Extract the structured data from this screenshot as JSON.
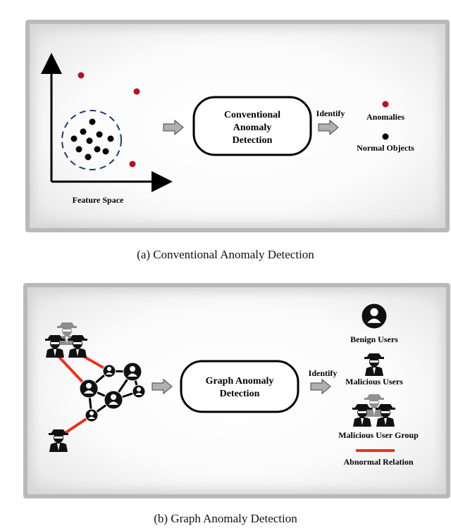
{
  "top_panel": {
    "axis_label": "Feature Space",
    "detector_label": [
      "Conventional",
      "Anomaly",
      "Detection"
    ],
    "identify_label": "Identify",
    "legend": [
      {
        "label": "Anomalies",
        "color": "#b3122e"
      },
      {
        "label": "Normal Objects",
        "color": "#000000"
      }
    ],
    "caption": "(a) Conventional Anomaly Detection"
  },
  "bottom_panel": {
    "detector_label": [
      "Graph Anomaly",
      "Detection"
    ],
    "identify_label": "Identify",
    "legend": [
      {
        "label": "Benign Users"
      },
      {
        "label": "Malicious Users"
      },
      {
        "label": "Malicious User Group"
      },
      {
        "label": "Abnormal Relation",
        "color": "#e8351f"
      }
    ],
    "caption": "(b) Graph Anomaly Detection"
  },
  "colors": {
    "anomaly": "#b3122e",
    "normal": "#000000",
    "abnormal_edge": "#e8351f",
    "arrow_gray": "#b0b0b0"
  }
}
